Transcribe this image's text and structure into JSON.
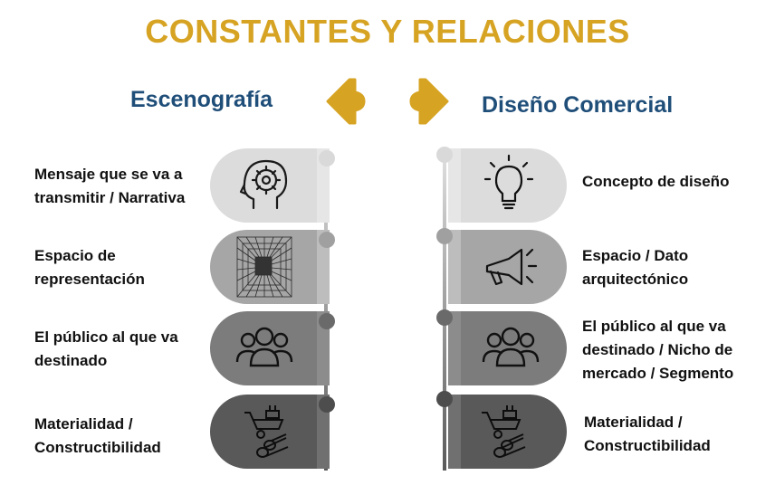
{
  "title": "CONSTANTES Y RELACIONES",
  "left": {
    "heading": "Escenografía",
    "items": [
      {
        "line1": "Mensaje que se va a",
        "line2": "transmitir / Narrativa",
        "icon": "head-gear-icon"
      },
      {
        "line1": "Espacio de",
        "line2": "representación",
        "icon": "perspective-room-icon"
      },
      {
        "line1": "El público al que va",
        "line2": "destinado",
        "icon": "audience-icon"
      },
      {
        "line1": "Materialidad  /",
        "line2": "Constructibilidad",
        "icon": "wheelbarrow-materials-icon"
      }
    ]
  },
  "right": {
    "heading": "Diseño Comercial",
    "items": [
      {
        "line1": "Concepto de diseño",
        "icon": "lightbulb-icon"
      },
      {
        "line1": "Espacio / Dato",
        "line2": "arquitectónico",
        "icon": "megaphone-icon"
      },
      {
        "line1": "El público al que va",
        "line2": "destinado / Nicho de",
        "line3": "mercado / Segmento",
        "icon": "audience-icon"
      },
      {
        "line1": "Materialidad /",
        "line2": "Constructibilidad",
        "icon": "wheelbarrow-materials-icon"
      }
    ]
  },
  "colors": {
    "title": "#d6a323",
    "heading": "#1f4e79",
    "arrow": "#d6a323",
    "pill_1": "#dcdcdc",
    "pill_2": "#a6a6a6",
    "pill_3": "#7c7c7c",
    "pill_4": "#595959"
  }
}
